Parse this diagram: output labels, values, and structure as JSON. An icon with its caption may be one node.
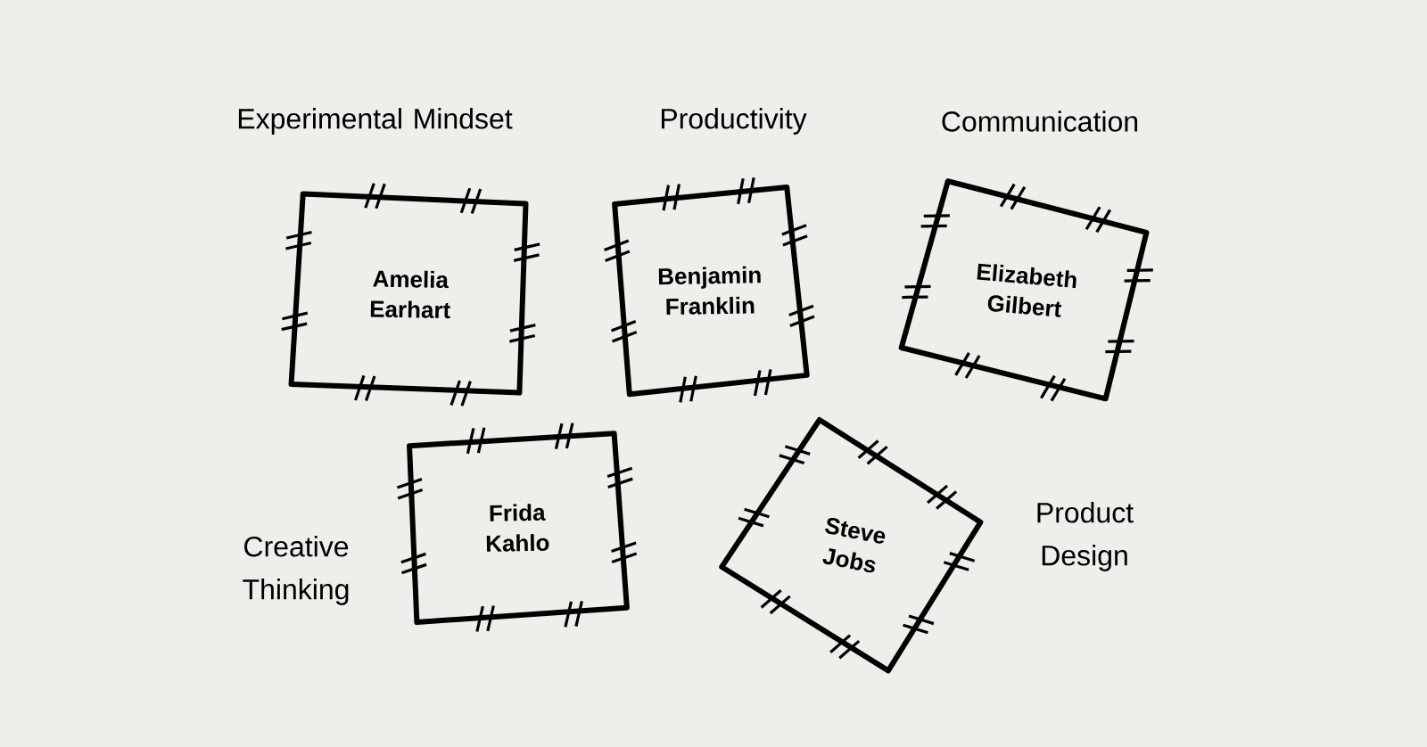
{
  "diagram": {
    "nodes": [
      {
        "text": [
          "Amelia Earhart"
        ],
        "beside": [
          "Experimental Mindset"
        ]
      },
      {
        "text": [
          "Benjamin Franklin"
        ],
        "beside": [
          "Productivity"
        ]
      },
      {
        "text": [
          "Elizabeth Gilbert"
        ],
        "beside": [
          "Communication"
        ]
      },
      {
        "text": [
          "Frida Kahlo"
        ],
        "beside": [
          "Creative Thinking"
        ]
      },
      {
        "text": [
          "Steve Jobs"
        ],
        "beside": [
          "Product Design"
        ]
      }
    ]
  }
}
